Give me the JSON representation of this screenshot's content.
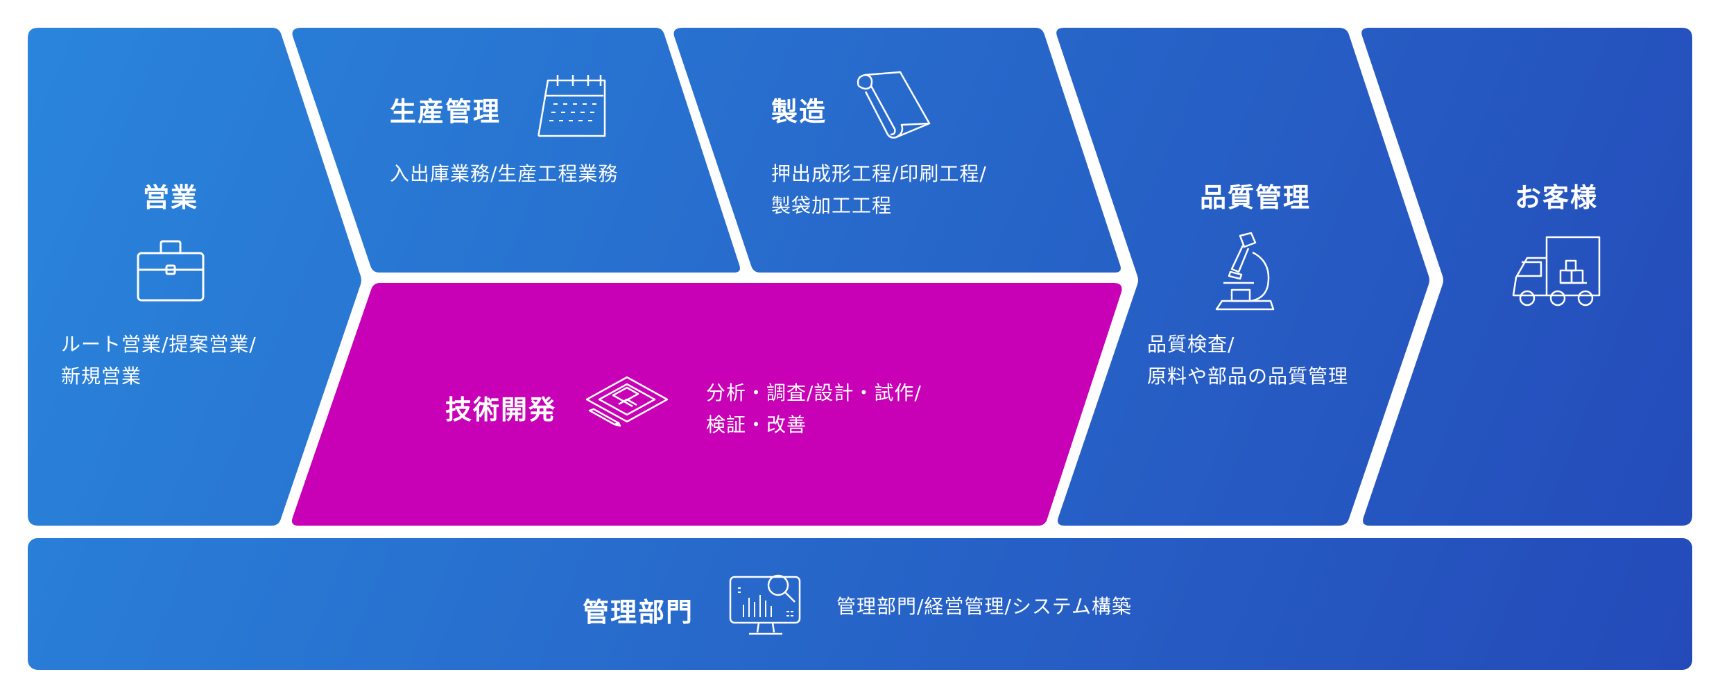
{
  "colors": {
    "panel_gradient_start": "#2a86dc",
    "panel_gradient_end": "#2449b8",
    "highlight": "#c800b6",
    "background": "#ffffff",
    "separator": "#d9dfe8"
  },
  "steps": {
    "sales": {
      "title": "営業",
      "desc_line1": "ルート営業/提案営業/",
      "desc_line2": "新規営業",
      "icon": "briefcase-icon"
    },
    "production_management": {
      "title": "生産管理",
      "desc_line1": "入出庫業務/生産工程業務",
      "icon": "calendar-icon"
    },
    "manufacturing": {
      "title": "製造",
      "desc_line1": "押出成形工程/印刷工程/",
      "desc_line2": "製袋加工工程",
      "icon": "scroll-icon"
    },
    "tech_development": {
      "title": "技術開発",
      "desc_line1": "分析・調査/設計・試作/",
      "desc_line2": "検証・改善",
      "icon": "blueprint-icon"
    },
    "quality_management": {
      "title": "品質管理",
      "desc_line1": "品質検査/",
      "desc_line2": "原料や部品の品質管理",
      "icon": "microscope-icon"
    },
    "customer": {
      "title": "お客様",
      "icon": "delivery-truck-icon"
    }
  },
  "admin": {
    "title": "管理部門",
    "desc": "管理部門/経営管理/システム構築",
    "icon": "monitor-analytics-icon"
  }
}
